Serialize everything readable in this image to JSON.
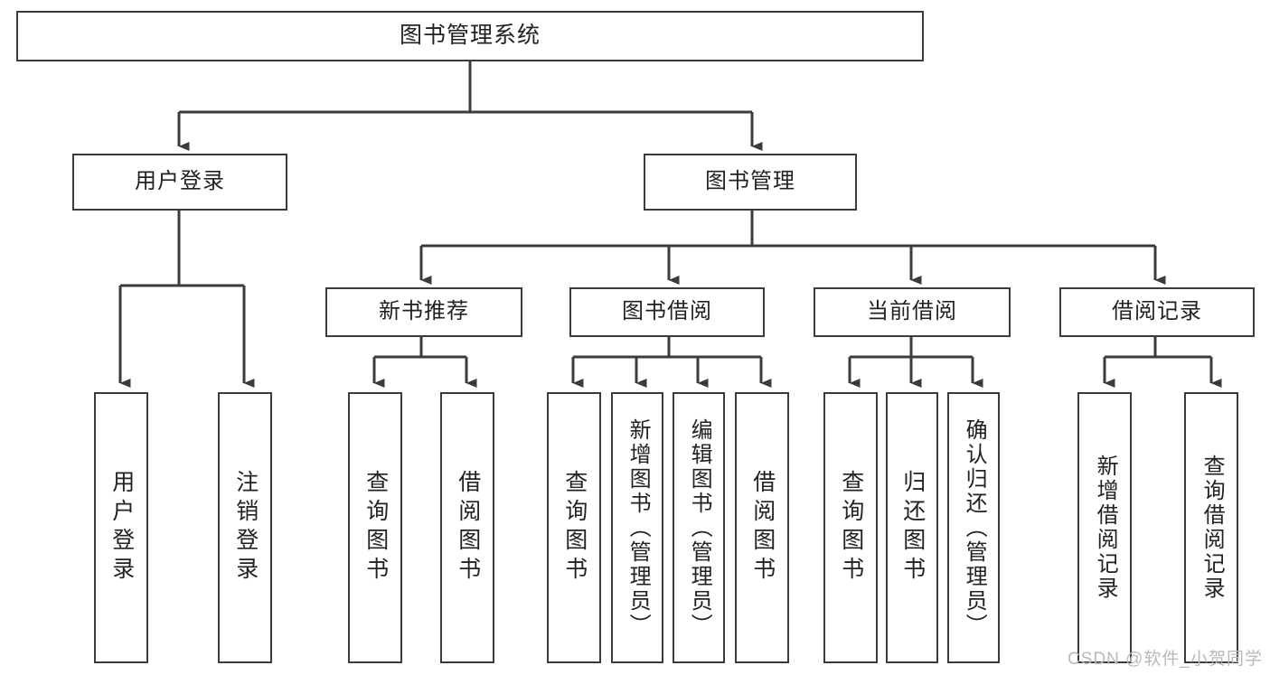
{
  "diagram": {
    "title": "图书管理系统",
    "type": "hierarchy-tree",
    "orientation": "top-down",
    "levels": 4,
    "colors": {
      "box_border": "#3b3b3b",
      "box_fill": "#ffffff",
      "connector": "#3b3b3b",
      "text": "#222222",
      "watermark": "#b9b9b9",
      "background": "#ffffff"
    },
    "root": {
      "label": "图书管理系统"
    },
    "level2": [
      {
        "id": "user-login",
        "label": "用户登录"
      },
      {
        "id": "book-manage",
        "label": "图书管理"
      }
    ],
    "level3": [
      {
        "id": "new-book-recommend",
        "label": "新书推荐",
        "parent": "book-manage"
      },
      {
        "id": "book-borrow",
        "label": "图书借阅",
        "parent": "book-manage"
      },
      {
        "id": "current-borrow",
        "label": "当前借阅",
        "parent": "book-manage"
      },
      {
        "id": "borrow-record",
        "label": "借阅记录",
        "parent": "book-manage"
      }
    ],
    "leaves": [
      {
        "id": "leaf-user-login",
        "label": "用户登录",
        "parent": "user-login"
      },
      {
        "id": "leaf-user-logout",
        "label": "注销登录",
        "parent": "user-login"
      },
      {
        "id": "leaf-query-book-1",
        "label": "查询图书",
        "parent": "new-book-recommend"
      },
      {
        "id": "leaf-borrow-book-1",
        "label": "借阅图书",
        "parent": "new-book-recommend"
      },
      {
        "id": "leaf-query-book-2",
        "label": "查询图书",
        "parent": "book-borrow"
      },
      {
        "id": "leaf-add-book",
        "label": "新增图书（管理员）",
        "parent": "book-borrow"
      },
      {
        "id": "leaf-edit-book",
        "label": "编辑图书（管理员）",
        "parent": "book-borrow"
      },
      {
        "id": "leaf-borrow-book-2",
        "label": "借阅图书",
        "parent": "book-borrow"
      },
      {
        "id": "leaf-query-book-3",
        "label": "查询图书",
        "parent": "current-borrow"
      },
      {
        "id": "leaf-return-book",
        "label": "归还图书",
        "parent": "current-borrow"
      },
      {
        "id": "leaf-confirm-return",
        "label": "确认归还（管理员）",
        "parent": "current-borrow"
      },
      {
        "id": "leaf-add-record",
        "label": "新增借阅记录",
        "parent": "borrow-record"
      },
      {
        "id": "leaf-query-record",
        "label": "查询借阅记录",
        "parent": "borrow-record"
      }
    ]
  },
  "watermark": {
    "text": "CSDN @软件_小贺同学"
  }
}
